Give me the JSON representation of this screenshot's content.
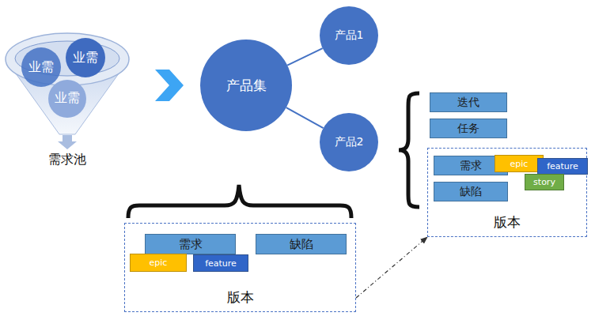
{
  "diagram": {
    "nodes": [
      {
        "text": [
          "需求池"
        ]
      },
      {
        "text": [
          "业需"
        ],
        "in": 0
      },
      {
        "text": [
          "业需"
        ],
        "in": 0
      },
      {
        "text": [
          "业需"
        ],
        "in": 0
      },
      {
        "text": [
          "产品集"
        ]
      },
      {
        "text": [
          "产品1"
        ]
      },
      {
        "text": [
          "产品2"
        ]
      },
      {
        "text": [
          "迭代"
        ]
      },
      {
        "text": [
          "任务"
        ]
      },
      {
        "text": [
          "版本"
        ]
      },
      {
        "text": [
          "需求"
        ],
        "in": 9
      },
      {
        "text": [
          "epic"
        ],
        "in": 9
      },
      {
        "text": [
          "feature"
        ],
        "in": 9
      },
      {
        "text": [
          "story"
        ],
        "in": 9
      },
      {
        "text": [
          "缺陷"
        ],
        "in": 9
      },
      {
        "text": [
          "版本"
        ]
      },
      {
        "text": [
          "需求"
        ],
        "in": 15
      },
      {
        "text": [
          "缺陷"
        ],
        "in": 15
      },
      {
        "text": [
          "epic"
        ],
        "in": 15
      },
      {
        "text": [
          "feature"
        ],
        "in": 15
      }
    ],
    "edges": [
      {
        "from": 4,
        "to": 5,
        "arrow": "none"
      },
      {
        "from": 4,
        "to": 6,
        "arrow": "none"
      },
      {
        "from": 15,
        "to": 9,
        "arrow": "to"
      }
    ]
  }
}
